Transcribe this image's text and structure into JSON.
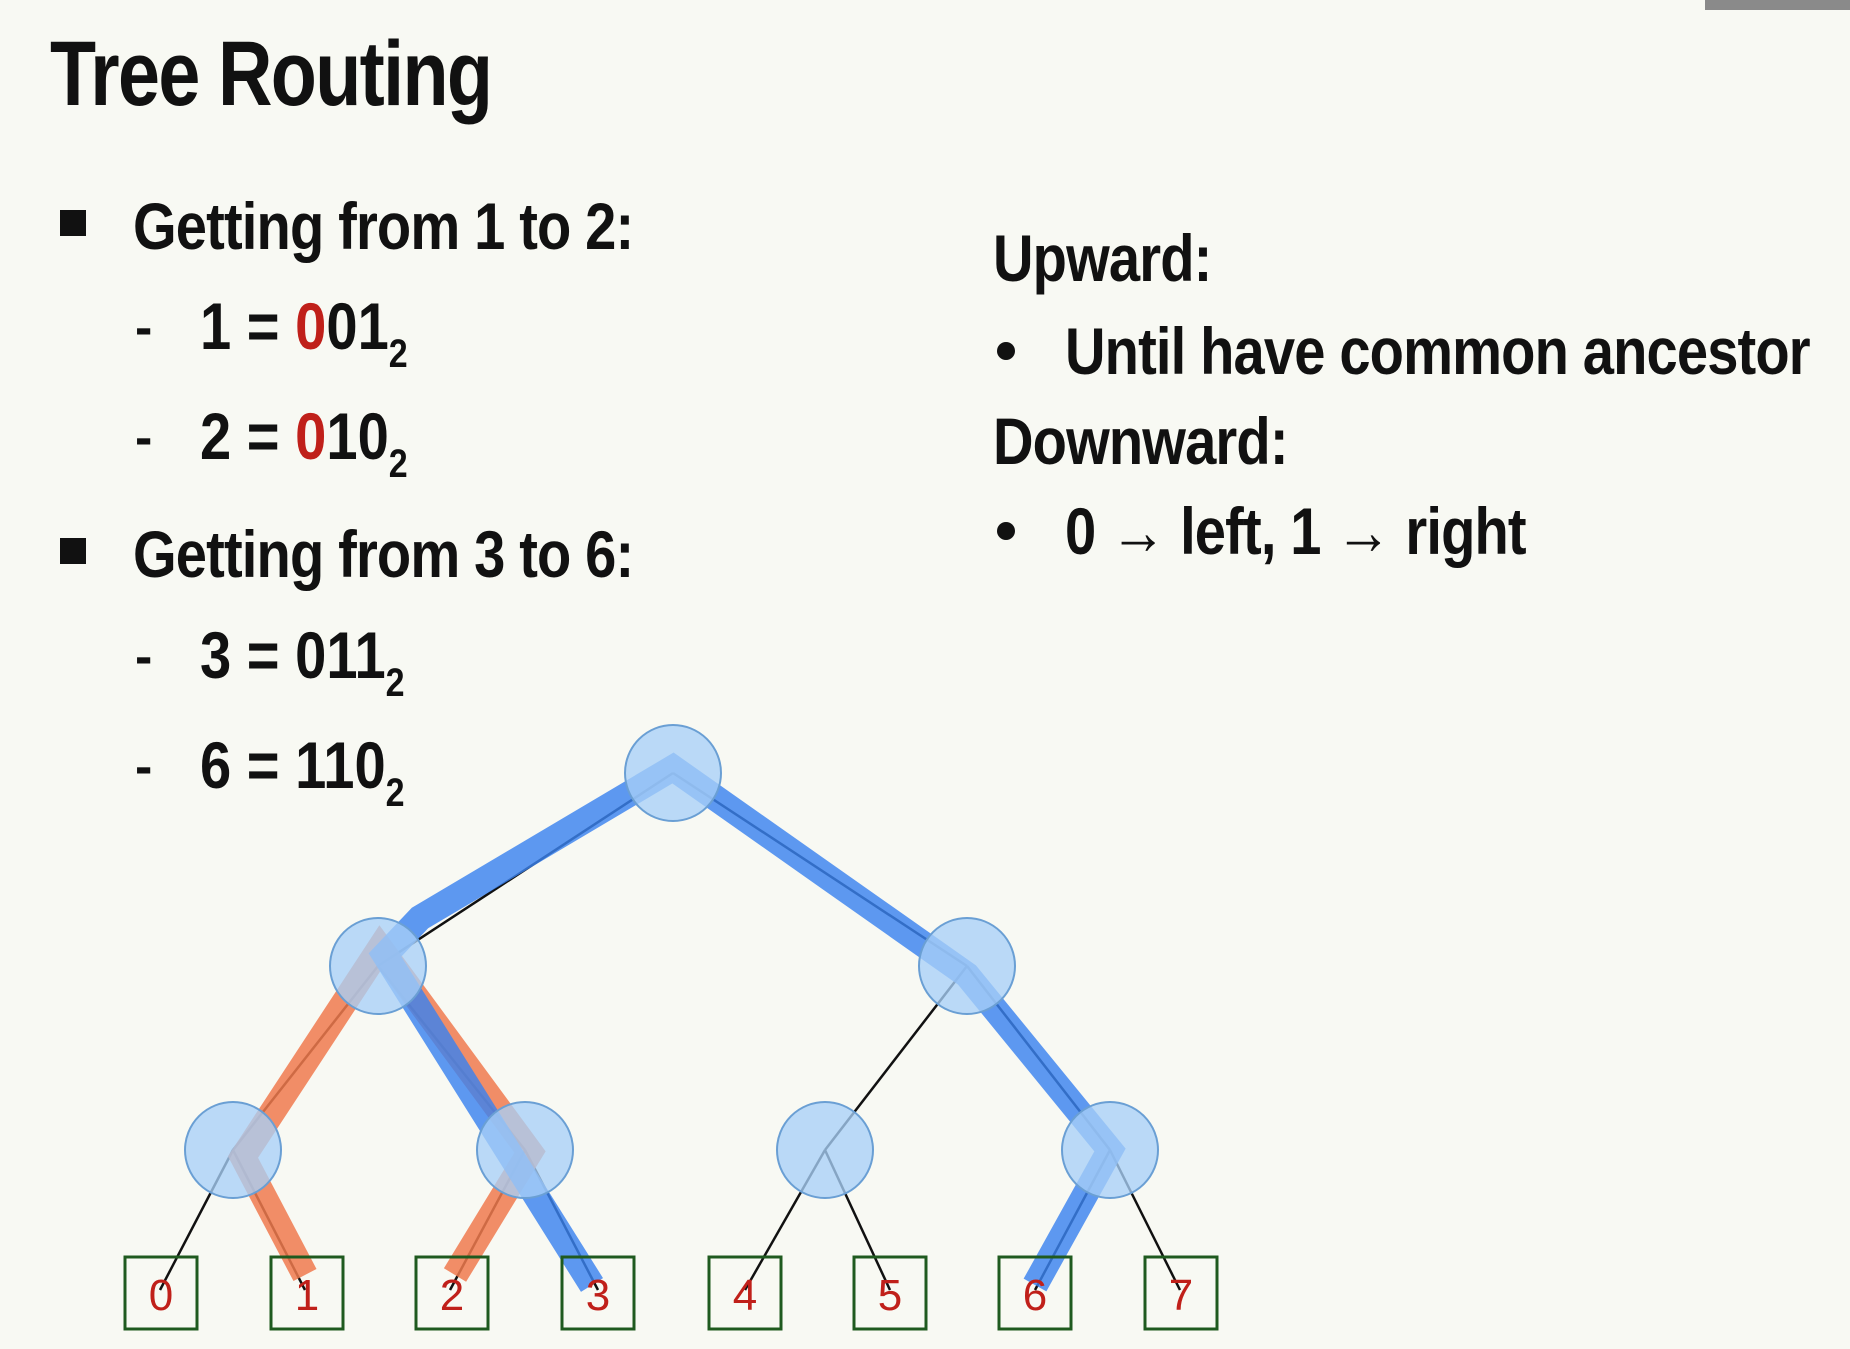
{
  "title": "Tree Routing",
  "left_list": [
    {
      "heading": "Getting from 1 to 2:",
      "items": [
        {
          "lhs": "1",
          "eq": "=",
          "highlight": "0",
          "rest": "01",
          "base": "2"
        },
        {
          "lhs": "2",
          "eq": "=",
          "highlight": "0",
          "rest": "10",
          "base": "2"
        }
      ]
    },
    {
      "heading": "Getting from 3 to 6:",
      "items": [
        {
          "lhs": "3",
          "eq": "=",
          "highlight": "",
          "rest": "011",
          "base": "2"
        },
        {
          "lhs": "6",
          "eq": "=",
          "highlight": "",
          "rest": "110",
          "base": "2"
        }
      ]
    }
  ],
  "right_notes": {
    "upward_heading": "Upward:",
    "upward_item": "Until have common ancestor",
    "downward_heading": "Downward:",
    "downward_item": "0 → left, 1 → right"
  },
  "tree": {
    "leaves": [
      "0",
      "1",
      "2",
      "3",
      "4",
      "5",
      "6",
      "7"
    ],
    "colors": {
      "node_fill": "#a8cff7",
      "node_stroke": "#6a9fd4",
      "leaf_border": "#1f5a1f",
      "leaf_text": "#c0201a",
      "path_1_to_2": "#f07a4e",
      "path_3_to_6": "#3a82ef"
    },
    "highlighted_paths": [
      {
        "from": "1",
        "to": "2",
        "color": "path_1_to_2"
      },
      {
        "from": "3",
        "to": "6",
        "color": "path_3_to_6"
      }
    ]
  }
}
